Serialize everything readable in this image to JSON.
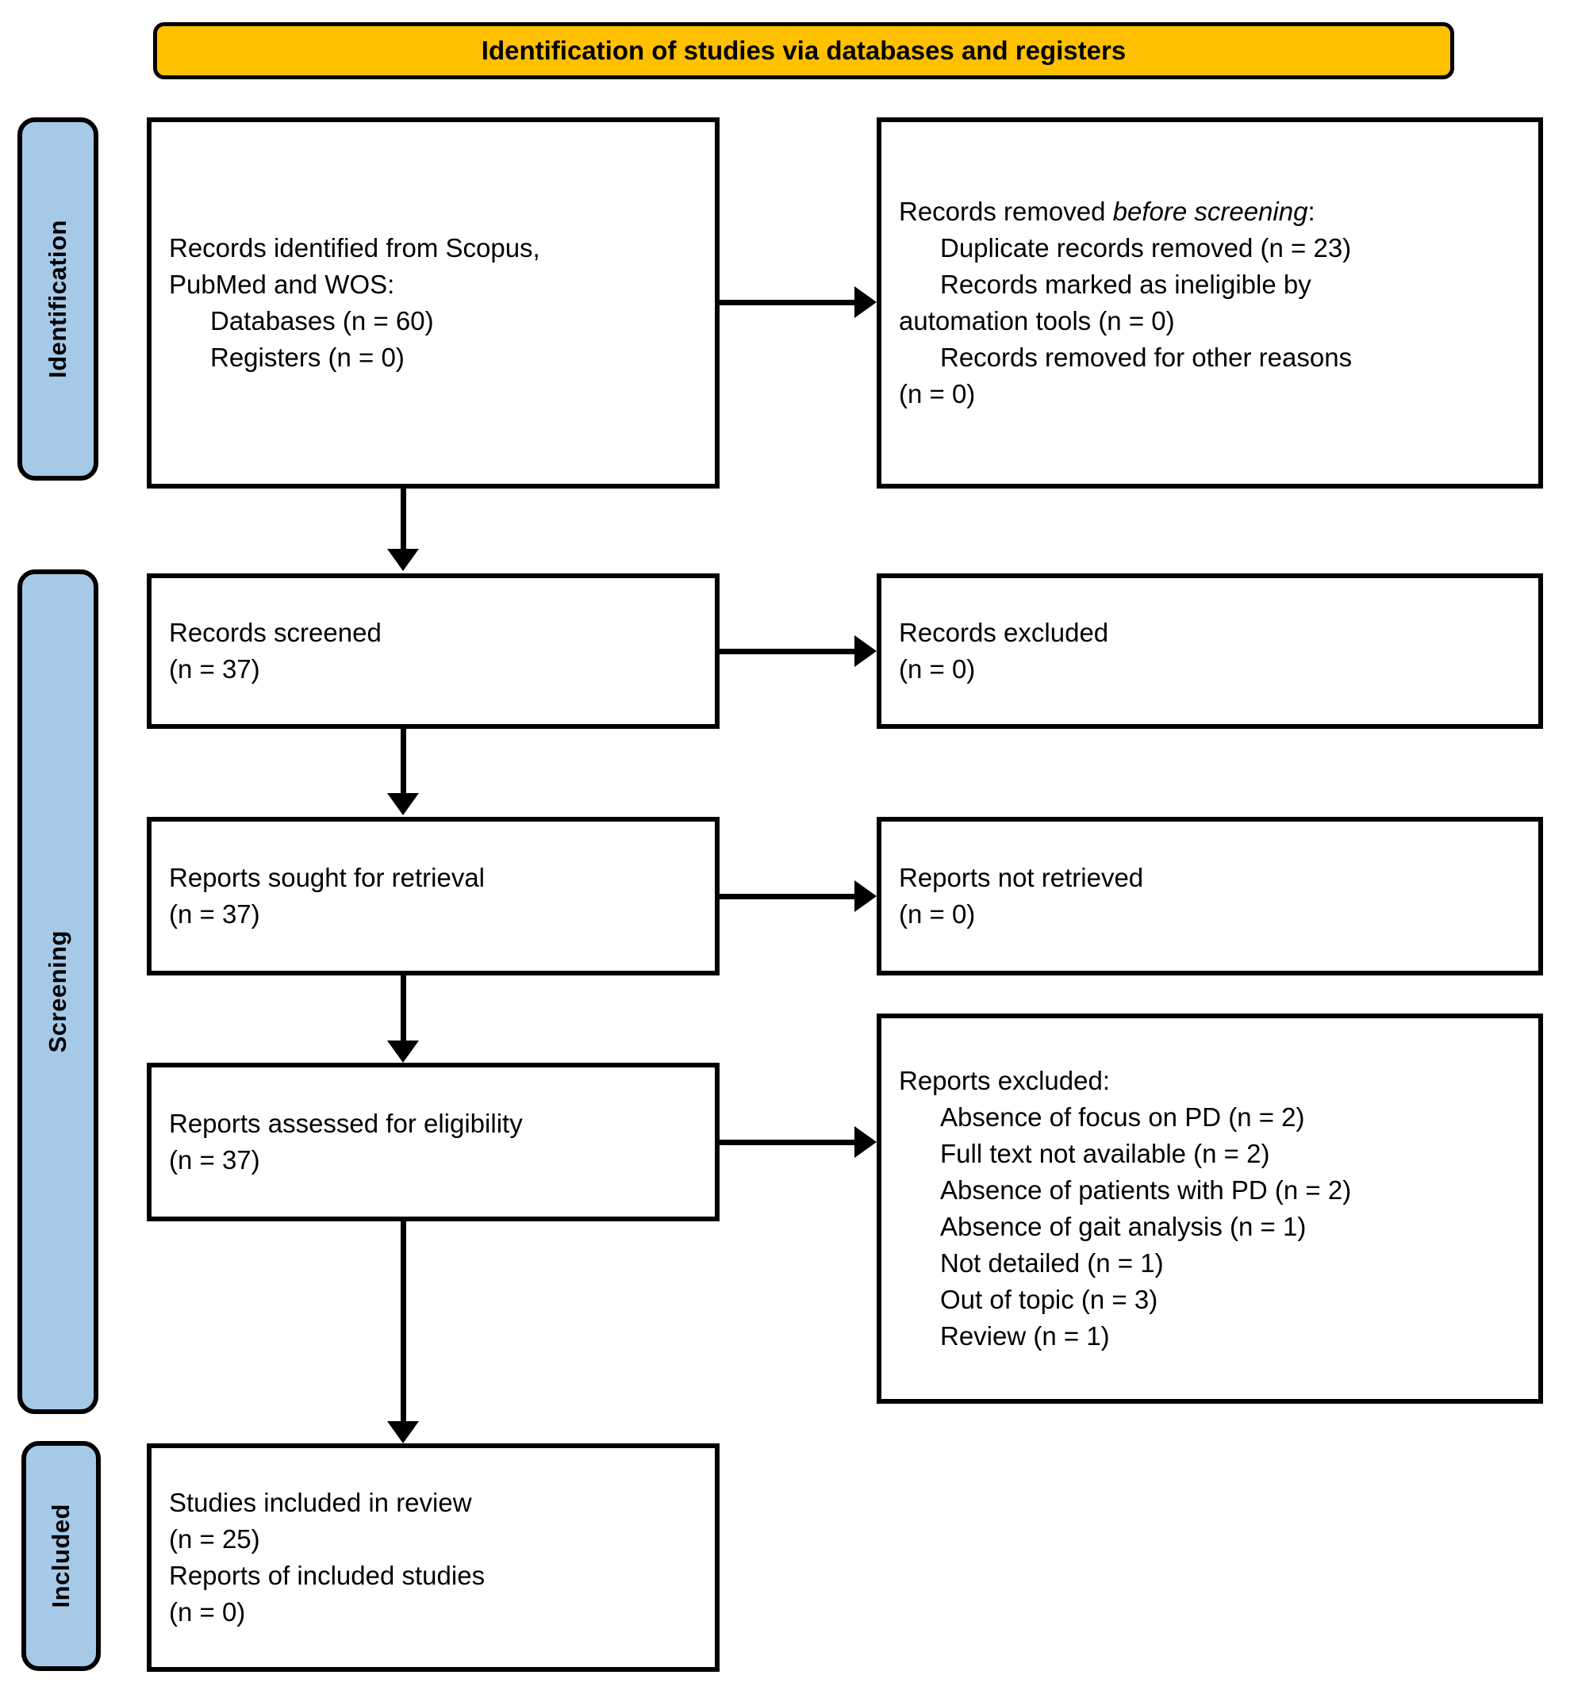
{
  "header": {
    "title": "Identification of studies via databases and registers",
    "background_color": "#FFC000",
    "border_color": "#000000"
  },
  "stages": [
    {
      "name": "identification",
      "label": "Identification",
      "background_color": "#A6C9E8"
    },
    {
      "name": "screening",
      "label": "Screening",
      "background_color": "#A6C9E8"
    },
    {
      "name": "included",
      "label": "Included",
      "background_color": "#A6C9E8"
    }
  ],
  "boxes": {
    "identified": {
      "lines": [
        {
          "text": "Records identified from Scopus,",
          "indent": false
        },
        {
          "text": "PubMed and WOS:",
          "indent": false
        },
        {
          "text": "Databases (n = 60)",
          "indent": true
        },
        {
          "text": "Registers (n = 0)",
          "indent": true
        }
      ]
    },
    "removed_before": {
      "lines": [
        {
          "pre": "Records removed ",
          "em": "before screening",
          "post": ":",
          "indent": false
        },
        {
          "text": "Duplicate records removed (n = 23)",
          "indent": true
        },
        {
          "text": "Records marked as ineligible by",
          "indent": true
        },
        {
          "text": "automation tools (n = 0)",
          "indent": false
        },
        {
          "text": "Records removed for other reasons",
          "indent": true
        },
        {
          "text": "(n = 0)",
          "indent": false
        }
      ]
    },
    "screened": {
      "lines": [
        {
          "text": "Records screened",
          "indent": false
        },
        {
          "text": "(n = 37)",
          "indent": false
        }
      ]
    },
    "records_excluded": {
      "lines": [
        {
          "text": "Records excluded",
          "indent": false
        },
        {
          "text": "(n = 0)",
          "indent": false
        }
      ]
    },
    "sought": {
      "lines": [
        {
          "text": "Reports sought for retrieval",
          "indent": false
        },
        {
          "text": "(n = 37)",
          "indent": false
        }
      ]
    },
    "not_retrieved": {
      "lines": [
        {
          "text": "Reports not retrieved",
          "indent": false
        },
        {
          "text": "(n = 0)",
          "indent": false
        }
      ]
    },
    "assessed": {
      "lines": [
        {
          "text": "Reports assessed for eligibility",
          "indent": false
        },
        {
          "text": "(n = 37)",
          "indent": false
        }
      ]
    },
    "reports_excluded": {
      "lines": [
        {
          "text": "Reports excluded:",
          "indent": false
        },
        {
          "text": "Absence of focus on PD (n = 2)",
          "indent": true
        },
        {
          "text": "Full text not available (n = 2)",
          "indent": true
        },
        {
          "text": "Absence of patients with PD (n = 2)",
          "indent": true
        },
        {
          "text": "Absence of gait analysis (n = 1)",
          "indent": true
        },
        {
          "text": "Not detailed (n = 1)",
          "indent": true
        },
        {
          "text": "Out of topic (n = 3)",
          "indent": true
        },
        {
          "text": "Review (n = 1)",
          "indent": true
        }
      ]
    },
    "included_studies": {
      "lines": [
        {
          "text": "Studies included in review",
          "indent": false
        },
        {
          "text": "(n = 25)",
          "indent": false
        },
        {
          "text": "Reports of included studies",
          "indent": false
        },
        {
          "text": "(n = 0)",
          "indent": false
        }
      ]
    }
  },
  "chart_data": {
    "type": "diagram",
    "title": "PRISMA 2020 flow diagram",
    "nodes": [
      {
        "id": "identified",
        "stage": "Identification",
        "column": "left",
        "counts": {
          "databases": 60,
          "registers": 0
        }
      },
      {
        "id": "removed_before",
        "stage": "Identification",
        "column": "right",
        "counts": {
          "duplicates": 23,
          "ineligible_automation": 0,
          "other_reasons": 0
        }
      },
      {
        "id": "screened",
        "stage": "Screening",
        "column": "left",
        "counts": {
          "n": 37
        }
      },
      {
        "id": "records_excluded",
        "stage": "Screening",
        "column": "right",
        "counts": {
          "n": 0
        }
      },
      {
        "id": "sought",
        "stage": "Screening",
        "column": "left",
        "counts": {
          "n": 37
        }
      },
      {
        "id": "not_retrieved",
        "stage": "Screening",
        "column": "right",
        "counts": {
          "n": 0
        }
      },
      {
        "id": "assessed",
        "stage": "Screening",
        "column": "left",
        "counts": {
          "n": 37
        }
      },
      {
        "id": "reports_excluded",
        "stage": "Screening",
        "column": "right",
        "counts": {
          "absence_focus_pd": 2,
          "full_text_unavailable": 2,
          "absence_patients_pd": 2,
          "absence_gait_analysis": 1,
          "not_detailed": 1,
          "out_of_topic": 3,
          "review": 1
        }
      },
      {
        "id": "included_studies",
        "stage": "Included",
        "column": "left",
        "counts": {
          "studies": 25,
          "reports": 0
        }
      }
    ],
    "edges": [
      {
        "from": "identified",
        "to": "removed_before",
        "direction": "right"
      },
      {
        "from": "identified",
        "to": "screened",
        "direction": "down"
      },
      {
        "from": "screened",
        "to": "records_excluded",
        "direction": "right"
      },
      {
        "from": "screened",
        "to": "sought",
        "direction": "down"
      },
      {
        "from": "sought",
        "to": "not_retrieved",
        "direction": "right"
      },
      {
        "from": "sought",
        "to": "assessed",
        "direction": "down"
      },
      {
        "from": "assessed",
        "to": "reports_excluded",
        "direction": "right"
      },
      {
        "from": "assessed",
        "to": "included_studies",
        "direction": "down"
      }
    ]
  }
}
